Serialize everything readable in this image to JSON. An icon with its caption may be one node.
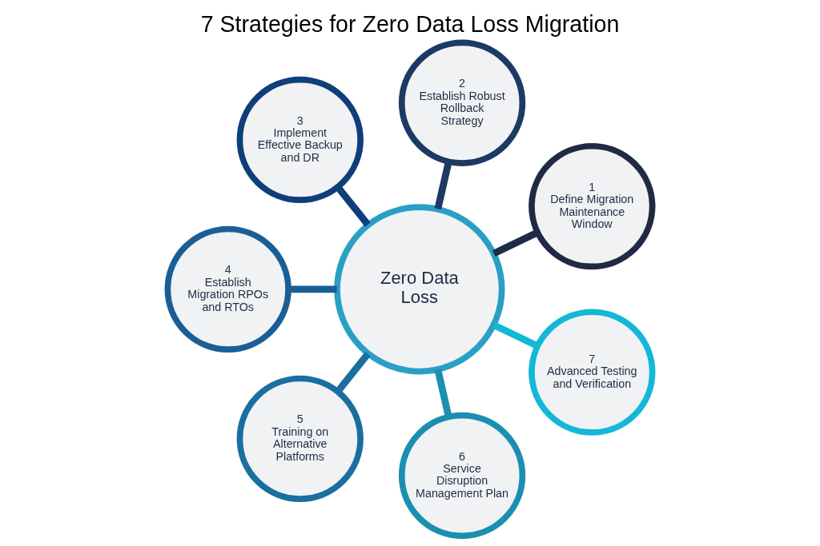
{
  "diagram": {
    "title": "7 Strategies for Zero Data Loss Migration",
    "nodes": [
      {
        "text": [
          "Zero Data Loss"
        ]
      },
      {
        "text": [
          "1",
          "Define Migration Maintenance Window"
        ]
      },
      {
        "text": [
          "2",
          "Establish Robust Rollback Strategy"
        ]
      },
      {
        "text": [
          "3",
          "Implement Effective Backup and DR"
        ]
      },
      {
        "text": [
          "4",
          "Establish Migration RPOs and RTOs"
        ]
      },
      {
        "text": [
          "5",
          "Training on Alternative Platforms"
        ]
      },
      {
        "text": [
          "6",
          "Service Disruption Management Plan"
        ]
      },
      {
        "text": [
          "7",
          "Advanced Testing and Verification"
        ]
      }
    ],
    "edges": [
      {
        "from": 0,
        "to": 1,
        "arrow": "none",
        "color": "#1f2a44"
      },
      {
        "from": 0,
        "to": 2,
        "arrow": "none",
        "color": "#1c3a63"
      },
      {
        "from": 0,
        "to": 3,
        "arrow": "none",
        "color": "#0f3f7a"
      },
      {
        "from": 0,
        "to": 4,
        "arrow": "none",
        "color": "#1b5e96"
      },
      {
        "from": 0,
        "to": 5,
        "arrow": "none",
        "color": "#1a6ea0"
      },
      {
        "from": 0,
        "to": 6,
        "arrow": "none",
        "color": "#1a8fb0"
      },
      {
        "from": 0,
        "to": 7,
        "arrow": "none",
        "color": "#12b8d6"
      }
    ]
  }
}
